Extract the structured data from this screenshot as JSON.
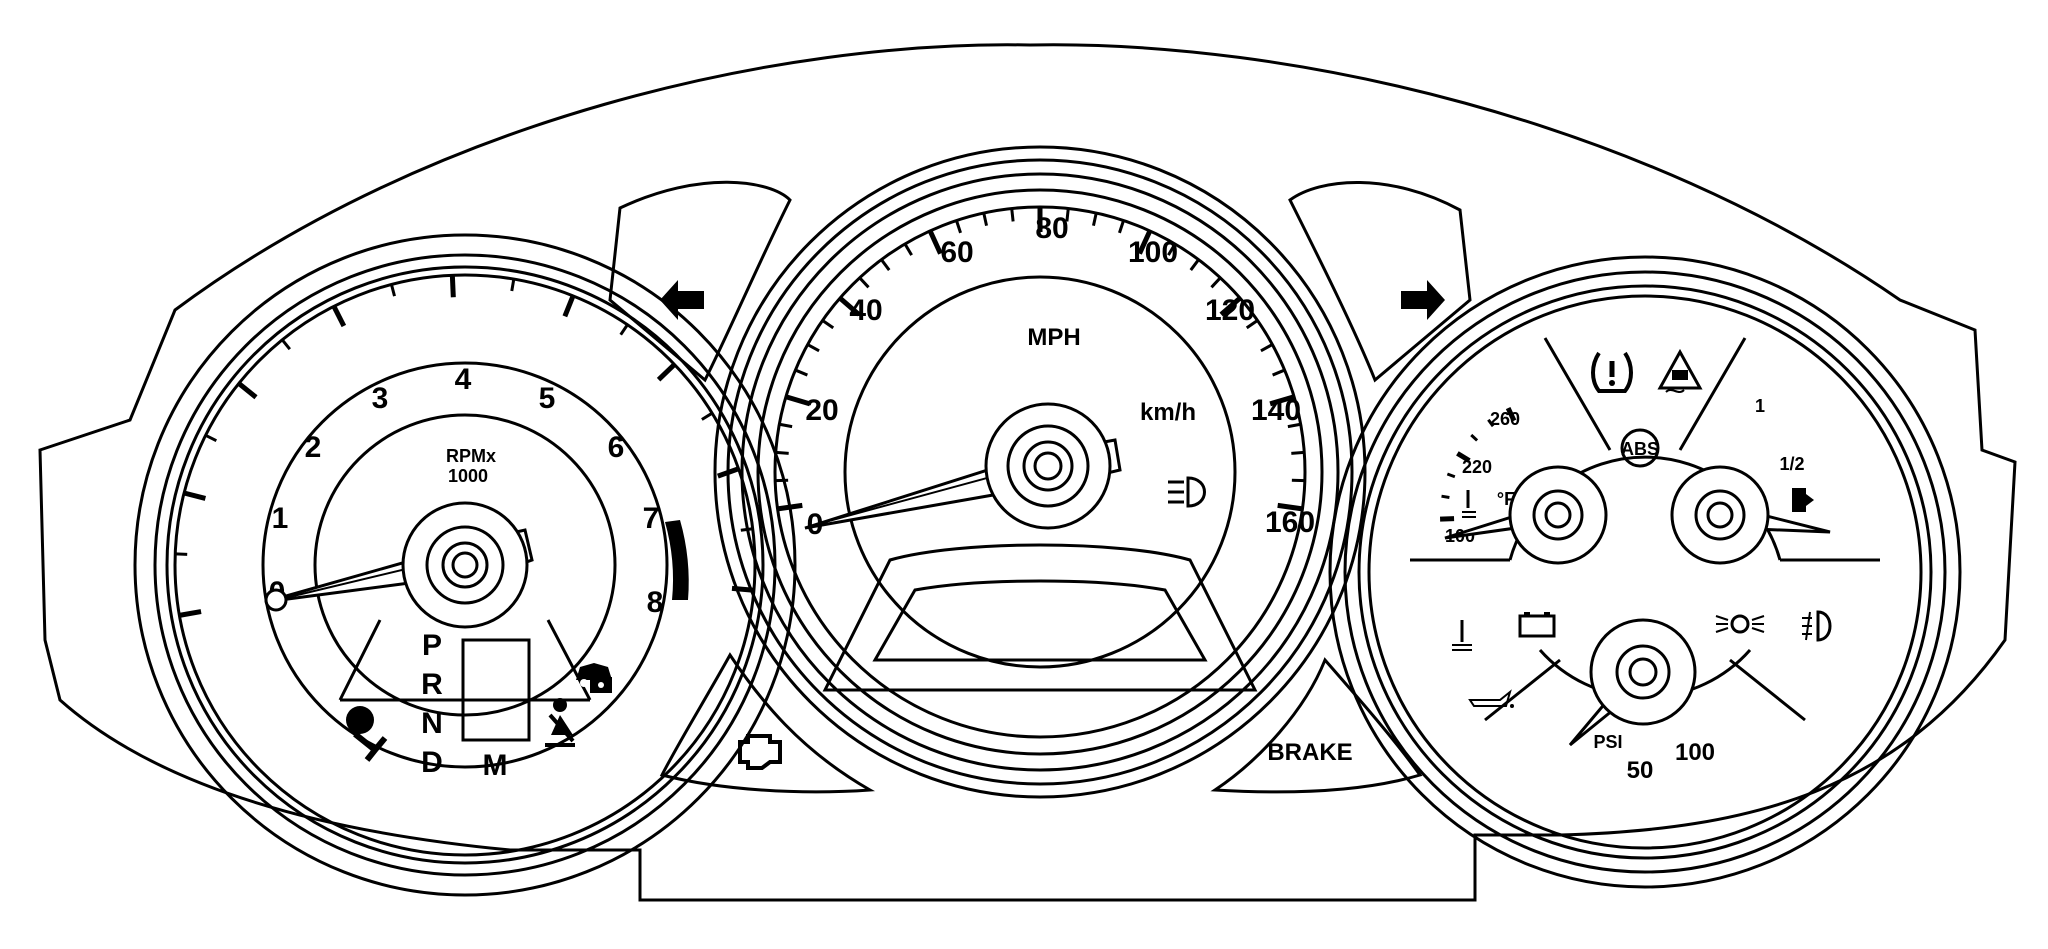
{
  "tachometer": {
    "unit_line1": "RPMx",
    "unit_line2": "1000",
    "ticks": [
      "0",
      "1",
      "2",
      "3",
      "4",
      "5",
      "6",
      "7",
      "8"
    ],
    "needle_value": 0,
    "gear_letters": [
      "P",
      "R",
      "N",
      "D"
    ],
    "manual_label": "M"
  },
  "speedometer": {
    "unit_mph": "MPH",
    "unit_kmh": "km/h",
    "mph_ticks": [
      "0",
      "20",
      "40",
      "60",
      "80",
      "100",
      "120",
      "140",
      "160"
    ],
    "needle_value": 0
  },
  "right_cluster": {
    "temp_labels": [
      "100",
      "220",
      "260"
    ],
    "temp_unit": "°F",
    "fuel_labels": [
      "1",
      "1/2"
    ],
    "oil_unit": "PSI",
    "oil_labels": [
      "50",
      "100"
    ],
    "abs_label": "ABS"
  },
  "telltales": {
    "brake_label": "BRAKE",
    "left_arrow": "turn-signal-left-icon",
    "right_arrow": "turn-signal-right-icon",
    "engine": "check-engine-icon",
    "headlamp": "headlamp-icon",
    "airbag": "airbag-icon",
    "seatbelt": "seatbelt-icon",
    "security": "security-icon",
    "tire_pressure": "tire-pressure-icon",
    "stability": "stability-control-icon",
    "coolant": "coolant-icon",
    "battery": "battery-icon",
    "oil": "oil-pressure-icon",
    "parking_lamps": "parking-lamp-icon",
    "fog_lamp": "fog-lamp-icon"
  }
}
